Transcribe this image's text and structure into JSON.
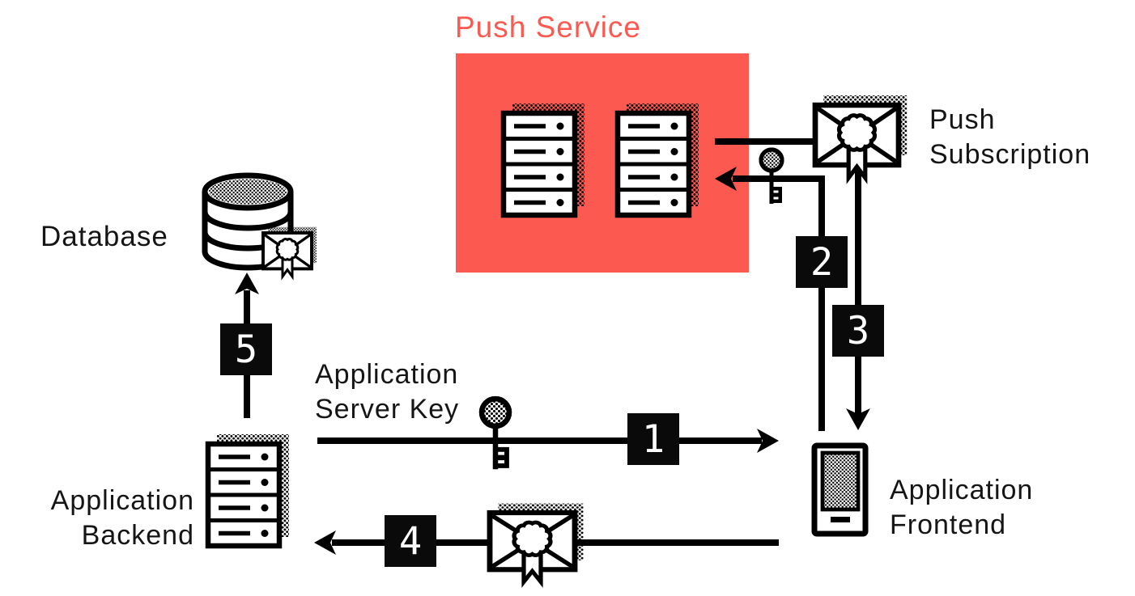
{
  "diagram": {
    "title": "Push Service",
    "colors": {
      "accent_red": "#fc5a50",
      "ink": "#151515",
      "badge_bg": "#0a0a0a",
      "badge_text": "#ffffff",
      "background": "#ffffff"
    },
    "labels": {
      "push_subscription": [
        "Push",
        "Subscription"
      ],
      "database": [
        "Database"
      ],
      "application_server_key": [
        "Application",
        "Server Key"
      ],
      "application_backend": [
        "Application",
        "Backend"
      ],
      "application_frontend": [
        "Application",
        "Frontend"
      ]
    },
    "icons": {
      "push_service": "server-rack-pair",
      "push_subscription": "sealed-envelope",
      "database": "database-cylinder",
      "database_record": "sealed-envelope-small",
      "application_backend": "server-rack",
      "application_frontend": "smartphone",
      "application_server_key": "key",
      "subscription_key": "key",
      "message": "sealed-envelope"
    },
    "steps": [
      {
        "number": "1",
        "from": "application_backend",
        "to": "application_frontend"
      },
      {
        "number": "2",
        "from": "application_frontend",
        "to": "push_service"
      },
      {
        "number": "3",
        "from": "push_subscription",
        "to": "application_frontend"
      },
      {
        "number": "4",
        "from": "application_frontend",
        "to": "application_backend"
      },
      {
        "number": "5",
        "from": "application_backend",
        "to": "database"
      }
    ]
  }
}
